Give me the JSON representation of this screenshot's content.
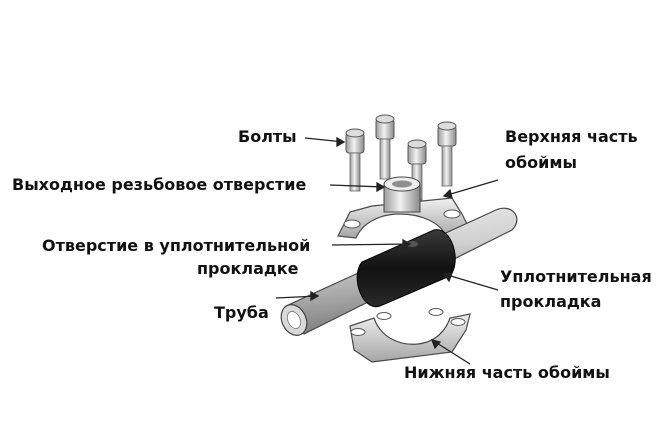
{
  "labels": {
    "bolts": "Болты",
    "outlet_hole": "Выходное резьбовое отверстие",
    "gasket_hole_line1": "Отверстие в уплотнительной",
    "gasket_hole_line2": "прокладке",
    "pipe": "Труба",
    "upper_clamp_line1": "Верхняя часть",
    "upper_clamp_line2": "обоймы",
    "gasket_line1": "Уплотнительная",
    "gasket_line2": "прокладка",
    "lower_clamp": "Нижняя часть обоймы"
  },
  "colors": {
    "metal_light": "#e8e8e8",
    "metal_mid": "#b9b9b9",
    "metal_dark": "#6f6f6f",
    "gasket": "#1a1a1a",
    "leader_line": "#222222"
  }
}
